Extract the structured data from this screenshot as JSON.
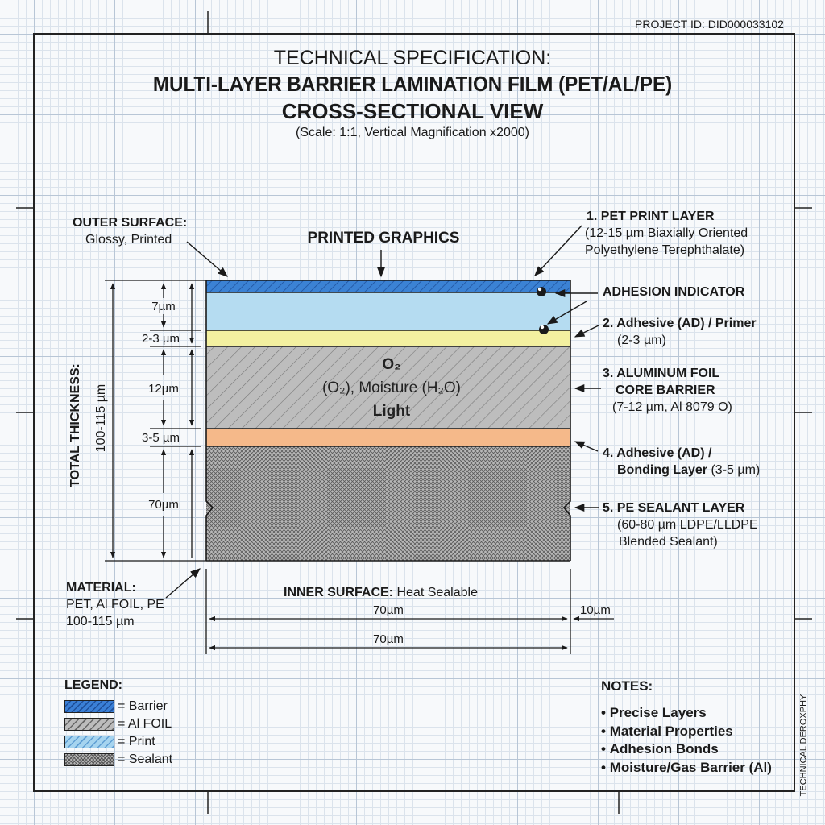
{
  "header": {
    "project_id": "PROJECT ID: DID000033102",
    "title_line1": "TECHNICAL SPECIFICATION:",
    "title_line2": "MULTI-LAYER BARRIER LAMINATION FILM (PET/AL/PE)",
    "title_line3": "CROSS-SECTIONAL VIEW",
    "scale_note": "(Scale: 1:1, Vertical Magnification x2000)"
  },
  "outer_surface": {
    "label": "OUTER SURFACE:",
    "value": "Glossy, Printed"
  },
  "printed_graphics": "PRINTED GRAPHICS",
  "layer_callouts": [
    {
      "title": "1. PET PRINT LAYER",
      "lines": [
        "(12-15 µm Biaxially Oriented",
        "Polyethylene Terephthalate)"
      ]
    },
    {
      "title": "ADHESION INDICATOR",
      "lines": []
    },
    {
      "title": "2. Adhesive (AD) / Primer",
      "lines": [
        "(2-3 µm)"
      ]
    },
    {
      "title": "3. ALUMINUM FOIL",
      "lines": [
        "CORE BARRIER",
        "(7-12 µm, Al 8079 O)"
      ]
    },
    {
      "title": "4. Adhesive (AD) /",
      "lines": [
        "Bonding Layer",
        "(3-5 µm)"
      ]
    },
    {
      "title": "5. PE SEALANT LAYER",
      "lines": [
        "(60-80 µm LDPE/LLDPE",
        "Blended Sealant)"
      ]
    }
  ],
  "foil_text": {
    "line1": "O₂",
    "line2": "(O₂), Moisture (H₂O)",
    "line3": "Light"
  },
  "thickness_dims": [
    "7µm",
    "2-3 µm",
    "12µm",
    "3-5 µm",
    "70µm"
  ],
  "total_thickness": {
    "label": "TOTAL THICKNESS:",
    "value": "100-115 µm"
  },
  "material": {
    "label": "MATERIAL:",
    "line1": "PET, Al FOIL, PE",
    "line2": "100-115 µm"
  },
  "inner_surface": {
    "label": "INNER SURFACE:",
    "value": "Heat Sealable"
  },
  "width_dims": {
    "upper": "70µm",
    "lower": "70µm",
    "side": "10µm"
  },
  "legend": {
    "title": "LEGEND:",
    "items": [
      {
        "label": "= Barrier",
        "color": "#3a7fd6"
      },
      {
        "label": "= Al FOIL",
        "color": "#bcbcbc"
      },
      {
        "label": "= Print",
        "color": "#a6d4ef"
      },
      {
        "label": "= Sealant",
        "color": "#b3b3b3"
      }
    ]
  },
  "notes": {
    "title": "NOTES:",
    "items": [
      "Precise Layers",
      "Material Properties",
      "Adhesion Bonds",
      "Moisture/Gas Barrier (Al)"
    ]
  },
  "margin_text": "TECHNICAL DEROXPHY",
  "colors": {
    "pet_top": "#3b82d4",
    "pet": "#b5dcf1",
    "primer": "#f3f0a0",
    "foil": "#bdbdbd",
    "bonding": "#f5b98a",
    "sealant": "#a9a9a9"
  }
}
